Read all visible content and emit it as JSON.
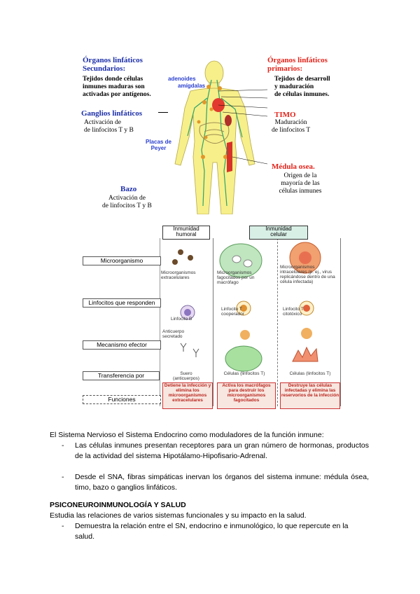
{
  "figure_top": {
    "secondary_title": [
      "Órganos linfáticos",
      "Secundarios:"
    ],
    "secondary_desc": [
      "Tejidos donde células",
      "inmunes maduras son",
      "activadas por antígenos."
    ],
    "adenoides": "adenoides",
    "amigdalas": "amígdalas",
    "primary_title": [
      "Órganos linfáticos",
      "primarios:"
    ],
    "primary_desc": [
      "Tejidos de desarroll",
      "y maduración",
      "de células inmunes."
    ],
    "ganglios_title": "Ganglios linfáticos",
    "ganglios_desc": [
      "Activación de",
      "de linfocitos T y B"
    ],
    "placas": [
      "Placas de",
      "Peyer"
    ],
    "timo_title": "TIMO",
    "timo_desc": [
      "Maduración",
      "de linfocitos T"
    ],
    "medula_title": "Médula osea.",
    "medula_desc": [
      "Origen de la",
      "mayoría de las",
      "células inmunes"
    ],
    "bazo_title": "Bazo",
    "bazo_desc": [
      "Activación de",
      "de linfocitos T y B"
    ]
  },
  "figure_immunity": {
    "header_humoral": [
      "Inmunidad",
      "humoral"
    ],
    "header_celular": [
      "Inmunidad",
      "celular"
    ],
    "rows": [
      "Microorganismo",
      "Linfocitos que responden",
      "Mecanismo efector",
      "Transferencia por",
      "Funciones"
    ],
    "micro": [
      "Microorganismos extracelulares",
      "Microorganismos fagocitados por un macrófago",
      "Microorganismos intracelulares (p. ej., virus replicándose dentro de una célula infectada)"
    ],
    "linfocitos": [
      "Linfocito B",
      "Linfocito T cooperador",
      "Linfocito T citotóxico"
    ],
    "anticuerpo": "Anticuerpo secretado",
    "transfer": [
      "Suero (anticuerpos)",
      "Células (linfocitos T)",
      "Células (linfocitos T)"
    ],
    "funciones": [
      "Detiene la infección y elimina los microorganismos extracelulares",
      "Activa los macrófagos para destruir los microorganismos fagocitados",
      "Destruye las células infectadas y elimina las reservorios de la infección"
    ]
  },
  "text": {
    "intro": "El Sistema Nervioso el Sistema Endocrino como moduladores de la función inmune:",
    "bullet1": "Las células inmunes presentan receptores para un gran número de hormonas, productos de la actividad del sistema Hipotálamo-Hipofisario-Adrenal.",
    "bullet2": "Desde el SNA, fibras simpáticas inervan los órganos del sistema inmune: médula ósea, timo, bazo o ganglios linfáticos.",
    "heading": "PSICONEUROINMUNOLOGÍA Y SALUD",
    "para": "Estudia las relaciones de varios sistemas funcionales y su impacto en la salud.",
    "bullet3": "Demuestra la relación entre el SN, endocrino e inmunológico, lo que repercute en la salud.",
    "dash": "-"
  }
}
